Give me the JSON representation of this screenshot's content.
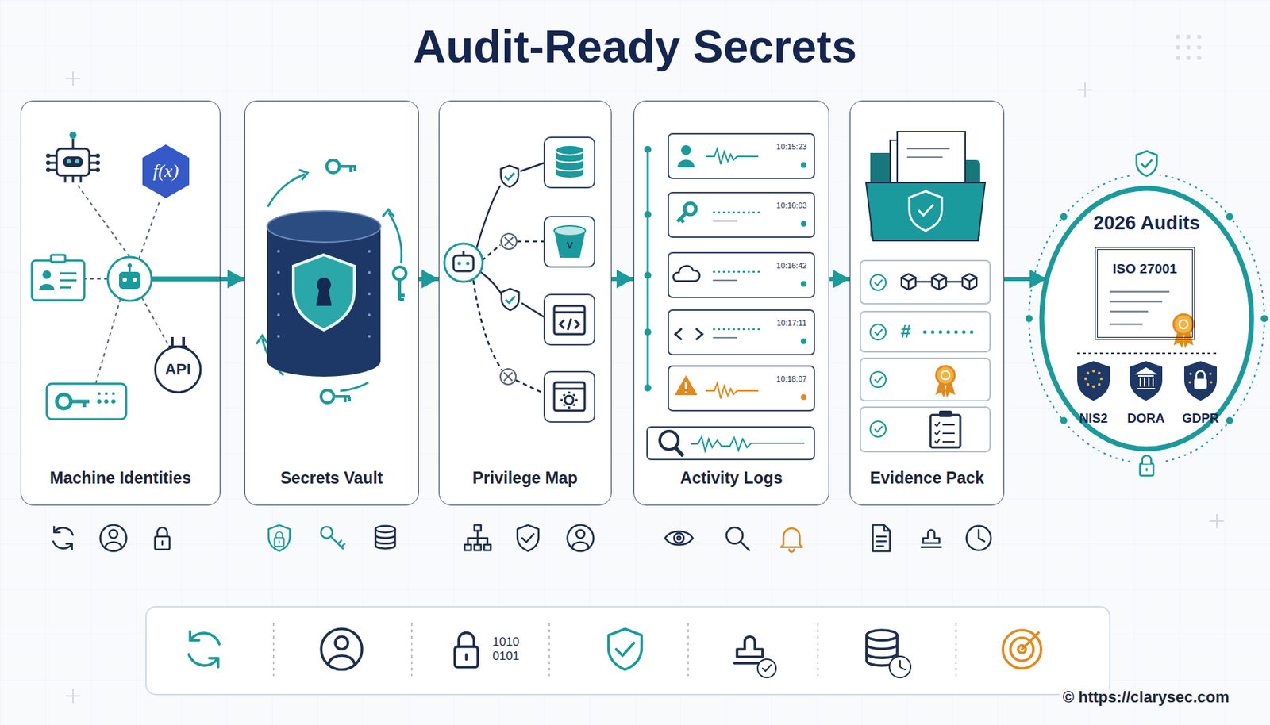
{
  "diagram": {
    "title": "Audit-Ready Secrets",
    "nodes": [
      {
        "text": [
          "Machine Identities"
        ]
      },
      {
        "text": [
          "Secrets Vault"
        ]
      },
      {
        "text": [
          "Privilege Map"
        ]
      },
      {
        "text": [
          "Activity Logs"
        ]
      },
      {
        "text": [
          "Evidence Pack"
        ]
      },
      {
        "text": [
          "2026 Audits"
        ]
      },
      {
        "text": [
          "ISO 27001"
        ],
        "in": 5
      }
    ],
    "edges": [
      {
        "from": 0,
        "to": 1,
        "arrow": "to"
      },
      {
        "from": 1,
        "to": 2,
        "arrow": "to"
      },
      {
        "from": 2,
        "to": 3,
        "arrow": "to"
      },
      {
        "from": 3,
        "to": 4,
        "arrow": "to"
      },
      {
        "from": 4,
        "to": 5,
        "arrow": "to"
      }
    ],
    "labels": [
      "f(x)",
      "API",
      "V",
      "10:15:23",
      "10:16:03",
      "10:16:42",
      "10:17:11",
      "10:18:07",
      "#",
      "NIS2",
      "DORA",
      "GDPR",
      "1010 0101",
      "© https://clarysec.com"
    ]
  }
}
